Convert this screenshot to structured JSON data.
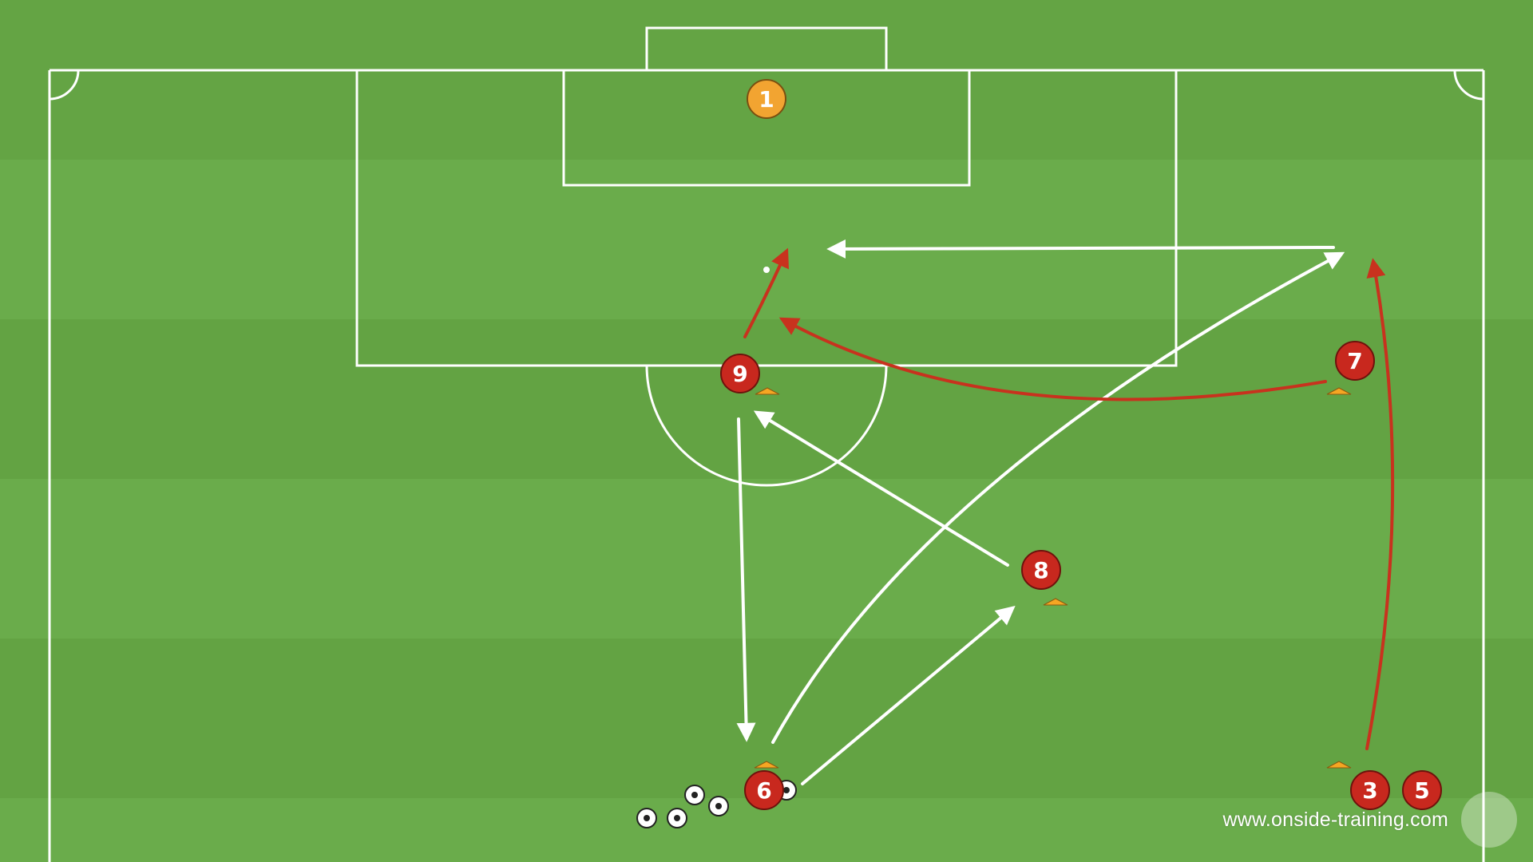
{
  "diagram": {
    "players": [
      {
        "id": "gk-1",
        "label": "1",
        "role": "goalkeeper"
      },
      {
        "id": "p9",
        "label": "9"
      },
      {
        "id": "p7",
        "label": "7"
      },
      {
        "id": "p8",
        "label": "8"
      },
      {
        "id": "p6",
        "label": "6"
      },
      {
        "id": "p3",
        "label": "3"
      },
      {
        "id": "p5",
        "label": "5"
      }
    ],
    "colors": {
      "pitch": "#66a646",
      "stripe": "#6aad4a",
      "lines": "#ffffff",
      "player": "#c8281e",
      "goalkeeper": "#f2a431",
      "run_arrow": "#c8321e",
      "pass_arrow": "#ffffff",
      "cone": "#f5a623"
    },
    "icons": [
      "soccer-ball-icon",
      "cone-icon",
      "onside-logo-icon"
    ]
  },
  "watermark": "www.onside-training.com"
}
